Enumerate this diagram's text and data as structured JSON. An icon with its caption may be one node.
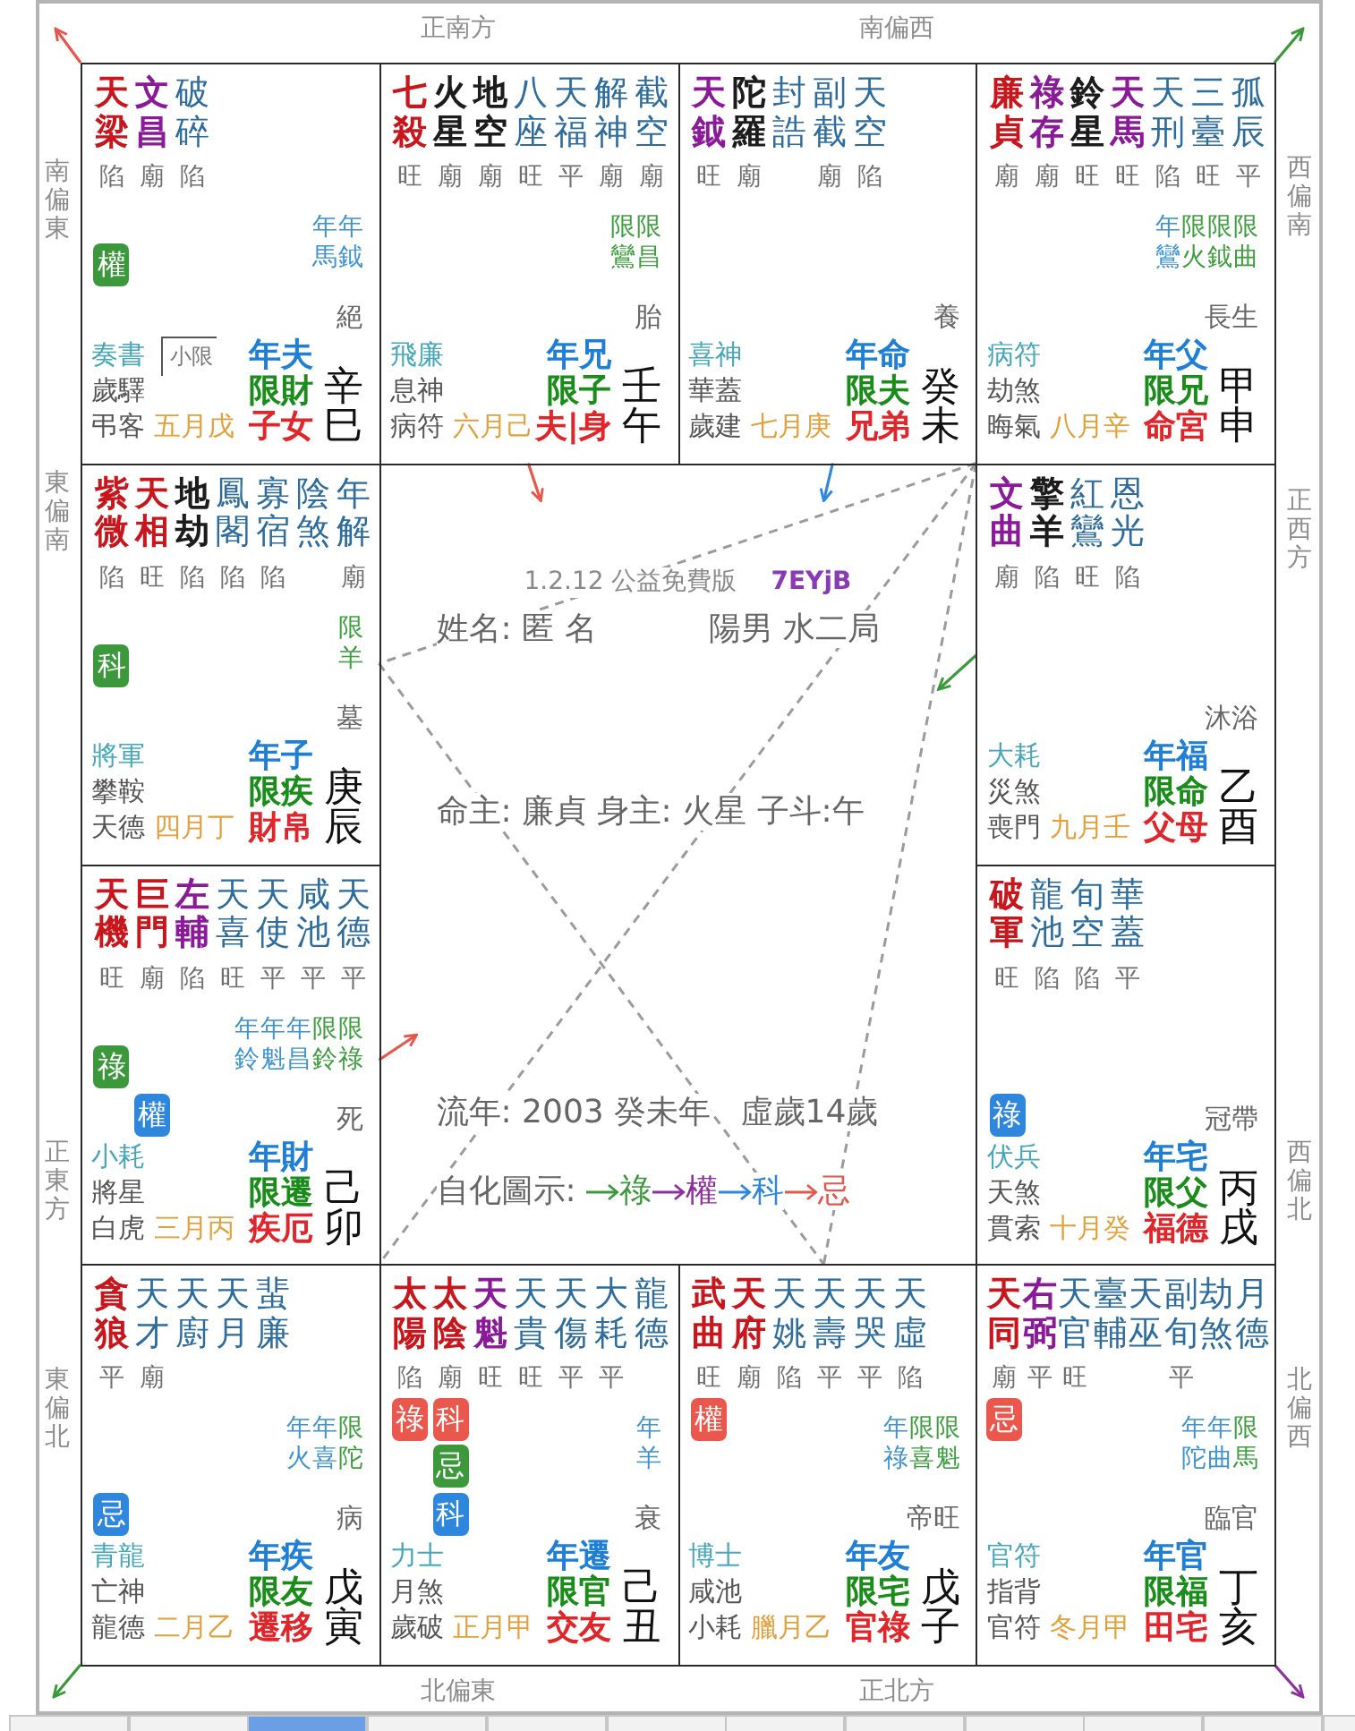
{
  "diagram": {
    "nodes": [
      {
        "text": [
          "正南方",
          "南偏西",
          "南偏東",
          "西偏南",
          "東偏南",
          "正西方",
          "正東方",
          "西偏北",
          "東偏北",
          "北偏西",
          "北偏東",
          "正北方"
        ]
      },
      {
        "text": [
          "天梁",
          "文昌",
          "破碎",
          "陷",
          "廟",
          "陷",
          "年馬",
          "年鉞",
          "絕",
          "奏書",
          "歲驛",
          "弔客",
          "五月戊",
          "年夫",
          "限財",
          "子女",
          "辛巳"
        ],
        "in": 0
      },
      {
        "text": [
          "權"
        ],
        "in": 1
      },
      {
        "text": [
          "小限"
        ],
        "in": 1
      },
      {
        "text": [
          "七殺",
          "火星",
          "地空",
          "八座",
          "天福",
          "解神",
          "截空",
          "旺",
          "廟",
          "廟",
          "旺",
          "平",
          "廟",
          "廟",
          "限鸞",
          "限昌",
          "胎",
          "飛廉",
          "息神",
          "病符",
          "六月己",
          "年兄",
          "限子",
          "夫|身",
          "壬午"
        ],
        "in": 0
      },
      {
        "text": [
          "天鉞",
          "陀羅",
          "封誥",
          "副截",
          "天空",
          "旺",
          "廟",
          "廟",
          "陷",
          "養",
          "喜神",
          "華蓋",
          "歲建",
          "七月庚",
          "年命",
          "限夫",
          "兄弟",
          "癸未"
        ],
        "in": 0
      },
      {
        "text": [
          "廉貞",
          "祿存",
          "鈴星",
          "天馬",
          "天刑",
          "三臺",
          "孤辰",
          "廟",
          "廟",
          "旺",
          "旺",
          "陷",
          "旺",
          "平",
          "年鸞",
          "限火",
          "限鉞",
          "限曲",
          "長生",
          "病符",
          "劫煞",
          "晦氣",
          "八月辛",
          "年父",
          "限兄",
          "命宮",
          "甲申"
        ],
        "in": 0
      },
      {
        "text": [
          "紫微",
          "天相",
          "地劫",
          "鳳閣",
          "寡宿",
          "陰煞",
          "年解",
          "陷",
          "旺",
          "陷",
          "陷",
          "陷",
          "廟",
          "限羊",
          "墓",
          "將軍",
          "攀鞍",
          "天德",
          "四月丁",
          "年子",
          "限疾",
          "財帛",
          "庚辰"
        ],
        "in": 0
      },
      {
        "text": [
          "科"
        ],
        "in": 7
      },
      {
        "text": [
          "文曲",
          "擎羊",
          "紅鸞",
          "恩光",
          "廟",
          "陷",
          "旺",
          "陷",
          "沐浴",
          "大耗",
          "災煞",
          "喪門",
          "九月壬",
          "年福",
          "限命",
          "父母",
          "乙酉"
        ],
        "in": 0
      },
      {
        "text": [
          "天機",
          "巨門",
          "左輔",
          "天喜",
          "天使",
          "咸池",
          "天德",
          "旺",
          "廟",
          "陷",
          "旺",
          "平",
          "平",
          "平",
          "年鈴",
          "年魁",
          "年昌",
          "限鈴",
          "限祿",
          "死",
          "小耗",
          "將星",
          "白虎",
          "三月丙",
          "年財",
          "限遷",
          "疾厄",
          "己卯"
        ],
        "in": 0
      },
      {
        "text": [
          "祿"
        ],
        "in": 10
      },
      {
        "text": [
          "權"
        ],
        "in": 10
      },
      {
        "text": [
          "破軍",
          "龍池",
          "旬空",
          "華蓋",
          "旺",
          "陷",
          "陷",
          "平",
          "冠帶",
          "伏兵",
          "天煞",
          "貫索",
          "十月癸",
          "年宅",
          "限父",
          "福德",
          "丙戌"
        ],
        "in": 0
      },
      {
        "text": [
          "祿"
        ],
        "in": 13
      },
      {
        "text": [
          "貪狼",
          "天才",
          "天廚",
          "天月",
          "蜚廉",
          "平",
          "廟",
          "年火",
          "年喜",
          "限陀",
          "病",
          "青龍",
          "亡神",
          "龍德",
          "二月乙",
          "年疾",
          "限友",
          "遷移",
          "戊寅"
        ],
        "in": 0
      },
      {
        "text": [
          "忌"
        ],
        "in": 15
      },
      {
        "text": [
          "太陽",
          "太陰",
          "天魁",
          "天貴",
          "天傷",
          "大耗",
          "龍德",
          "陷",
          "廟",
          "旺",
          "旺",
          "平",
          "平",
          "年羊",
          "衰",
          "力士",
          "月煞",
          "歲破",
          "正月甲",
          "年遷",
          "限官",
          "交友",
          "己丑"
        ],
        "in": 0
      },
      {
        "text": [
          "祿"
        ],
        "in": 17
      },
      {
        "text": [
          "科"
        ],
        "in": 17
      },
      {
        "text": [
          "忌"
        ],
        "in": 17
      },
      {
        "text": [
          "科"
        ],
        "in": 17
      },
      {
        "text": [
          "武曲",
          "天府",
          "天姚",
          "天壽",
          "天哭",
          "天虛",
          "旺",
          "廟",
          "陷",
          "平",
          "平",
          "陷",
          "年祿",
          "限喜",
          "限魁",
          "帝旺",
          "博士",
          "咸池",
          "小耗",
          "臘月乙",
          "年友",
          "限宅",
          "官祿",
          "戊子"
        ],
        "in": 0
      },
      {
        "text": [
          "權"
        ],
        "in": 22
      },
      {
        "text": [
          "天同",
          "右弼",
          "天官",
          "臺輔",
          "天巫",
          "副旬",
          "劫煞",
          "月德",
          "廟",
          "平",
          "旺",
          "平",
          "年陀",
          "年曲",
          "限馬",
          "臨官",
          "官符",
          "指背",
          "官符",
          "冬月甲",
          "年官",
          "限福",
          "田宅",
          "丁亥"
        ],
        "in": 0
      },
      {
        "text": [
          "忌"
        ],
        "in": 24
      }
    ],
    "edges": [
      {
        "from": 6,
        "to": 7,
        "arrow": "none",
        "style": "dashed"
      },
      {
        "from": 6,
        "to": 15,
        "arrow": "none",
        "style": "dashed"
      },
      {
        "from": 6,
        "to": 22,
        "arrow": "none",
        "style": "dashed"
      },
      {
        "from": 7,
        "to": 22,
        "arrow": "none",
        "style": "dashed"
      },
      {
        "from": 1,
        "to": null,
        "arrow": "to",
        "color": "#e5574c"
      },
      {
        "from": 4,
        "to": null,
        "arrow": "to",
        "color": "#e5574c"
      },
      {
        "from": 5,
        "to": null,
        "arrow": "to",
        "color": "#2f86dd"
      },
      {
        "from": 6,
        "to": null,
        "arrow": "to",
        "color": "#3b983b"
      },
      {
        "from": 9,
        "to": null,
        "arrow": "to",
        "color": "#3b983b"
      },
      {
        "from": 10,
        "to": null,
        "arrow": "to",
        "color": "#e5574c"
      },
      {
        "from": 15,
        "to": null,
        "arrow": "to",
        "color": "#3b983b"
      },
      {
        "from": 24,
        "to": null,
        "arrow": "to",
        "color": "#8e2f9e"
      }
    ],
    "labels": [
      "1.2.12 公益免費版",
      "7EYjB",
      "姓名: 匿 名",
      "陽男 水二局",
      "命主: 廉貞 身主: 火星 子斗:午",
      "流年: 2003 癸未年",
      "虛歲14歲",
      "自化圖示:"
    ],
    "legend": [
      {
        "text": "祿",
        "color": "#3b983b"
      },
      {
        "text": "權",
        "color": "#8e2f9e"
      },
      {
        "text": "科",
        "color": "#2f86dd"
      },
      {
        "text": "忌",
        "color": "#e5574c"
      }
    ]
  }
}
